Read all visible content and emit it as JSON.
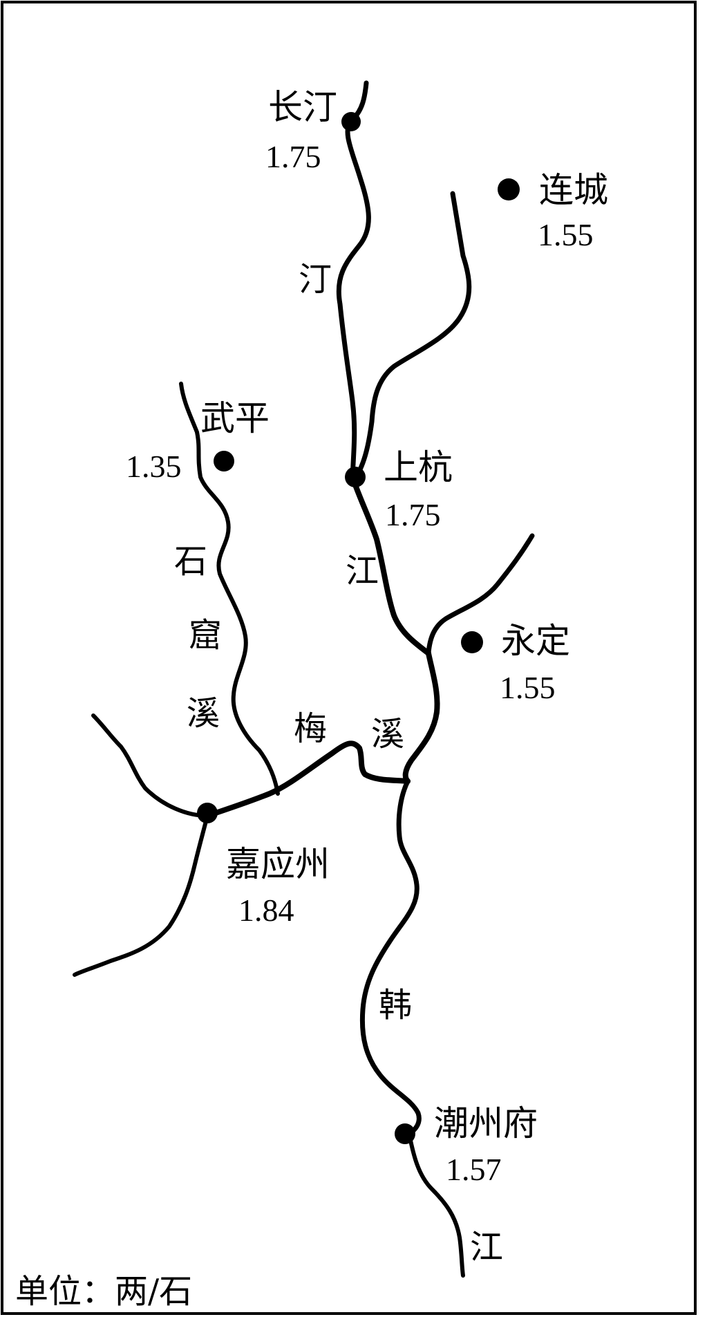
{
  "cities": [
    {
      "id": "changting",
      "name": "长汀",
      "price": "1.75"
    },
    {
      "id": "liancheng",
      "name": "连城",
      "price": "1.55"
    },
    {
      "id": "wuping",
      "name": "武平",
      "price": "1.35"
    },
    {
      "id": "shanghang",
      "name": "上杭",
      "price": "1.75"
    },
    {
      "id": "yongding",
      "name": "永定",
      "price": "1.55"
    },
    {
      "id": "jiayingzhou",
      "name": "嘉应州",
      "price": "1.84"
    },
    {
      "id": "chaozhoufu",
      "name": "潮州府",
      "price": "1.57"
    }
  ],
  "river_labels": {
    "ting_jiang": [
      "汀",
      "江"
    ],
    "shiku_xi": [
      "石",
      "窟",
      "溪"
    ],
    "mei_xi": [
      "梅",
      "溪"
    ],
    "han_jiang": [
      "韩",
      "江"
    ]
  },
  "unit_label": "单位：两/石",
  "colors": {
    "ink": "#000000",
    "background": "#ffffff"
  }
}
